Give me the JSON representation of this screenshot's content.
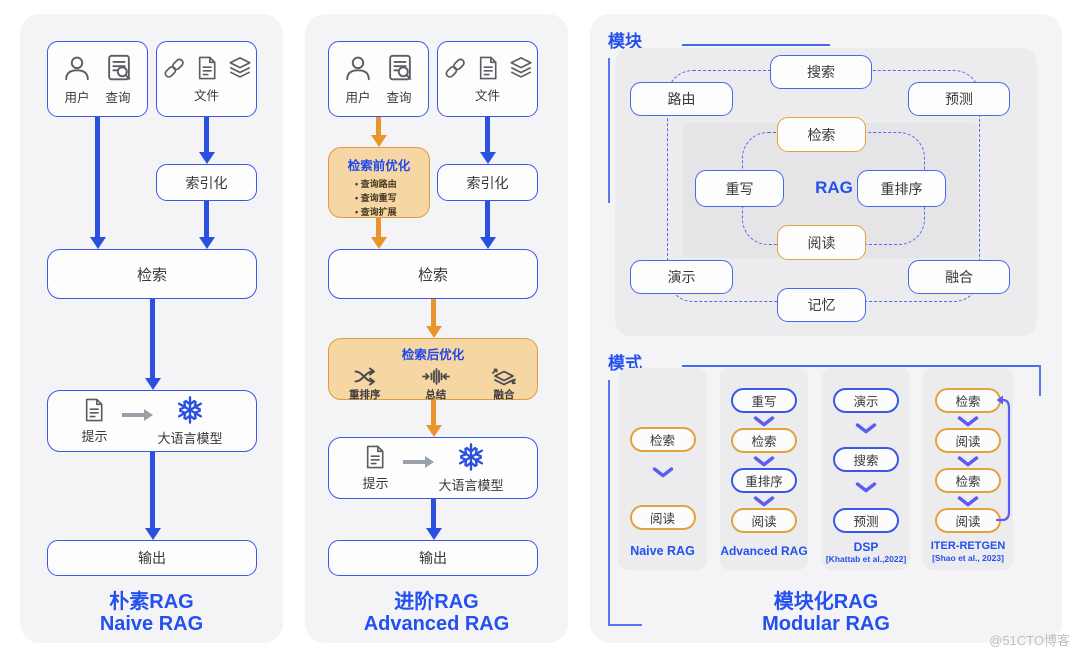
{
  "watermark": "@51CTO博客",
  "colors": {
    "accent_blue": "#2b50e0",
    "title_blue": "#2350ee",
    "accent_orange": "#e8962c",
    "orange_fill": "#f6d7a3",
    "orange_border": "#dd9d40",
    "panel_bg": "#f4f4f6",
    "container_bg": "#ececee",
    "dashed_blue": "#4d6cf0"
  },
  "naive": {
    "user_label": "用户",
    "query_label": "查询",
    "files_label": "文件",
    "indexing": "索引化",
    "retrieval": "检索",
    "prompt": "提示",
    "llm": "大语言模型",
    "output": "输出",
    "title_zh": "朴素RAG",
    "title_en": "Naive RAG"
  },
  "advanced": {
    "user_label": "用户",
    "query_label": "查询",
    "files_label": "文件",
    "indexing": "索引化",
    "retrieval": "检索",
    "pre_opt": {
      "title": "检索前优化",
      "bullets": [
        "查询路由",
        "查询重写",
        "查询扩展"
      ]
    },
    "post_opt": {
      "title": "检索后优化",
      "items": [
        {
          "label": "重排序"
        },
        {
          "label": "总结"
        },
        {
          "label": "融合"
        }
      ]
    },
    "prompt": "提示",
    "llm": "大语言模型",
    "output": "输出",
    "title_zh": "进阶RAG",
    "title_en": "Advanced RAG"
  },
  "modular": {
    "title_zh": "模块化RAG",
    "title_en": "Modular RAG",
    "modules": {
      "heading": "模块",
      "outer": [
        "搜索",
        "路由",
        "预测",
        "演示",
        "融合",
        "记忆"
      ],
      "inner": {
        "top": "检索",
        "left": "重写",
        "center": "RAG",
        "right": "重排序",
        "bottom": "阅读"
      }
    },
    "patterns": {
      "heading": "模式",
      "cards": [
        {
          "name": "Naive RAG",
          "cite": "",
          "steps": [
            {
              "label": "检索"
            },
            {
              "label": "阅读"
            }
          ]
        },
        {
          "name": "Advanced RAG",
          "cite": "",
          "steps": [
            {
              "label": "重写"
            },
            {
              "label": "检索"
            },
            {
              "label": "重排序"
            },
            {
              "label": "阅读"
            }
          ]
        },
        {
          "name": "DSP",
          "cite": "[Khattab et al.,2022]",
          "steps": [
            {
              "label": "演示"
            },
            {
              "label": "搜索"
            },
            {
              "label": "预测"
            }
          ]
        },
        {
          "name": "ITER-RETGEN",
          "cite": "[Shao et al., 2023]",
          "steps": [
            {
              "label": "检索"
            },
            {
              "label": "阅读"
            },
            {
              "label": "检索"
            },
            {
              "label": "阅读"
            }
          ]
        }
      ]
    }
  }
}
